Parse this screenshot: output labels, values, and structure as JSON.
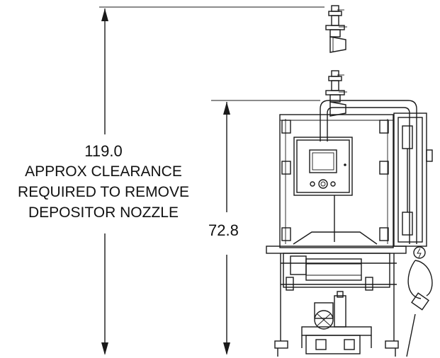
{
  "dimensions": {
    "overall": {
      "value": "119.0",
      "note_line1": "APPROX CLEARANCE",
      "note_line2": "REQUIRED TO REMOVE",
      "note_line3": "DEPOSITOR NOZZLE"
    },
    "height": {
      "value": "72.8"
    }
  },
  "colors": {
    "line": "#1a1a1a",
    "background": "#ffffff"
  }
}
